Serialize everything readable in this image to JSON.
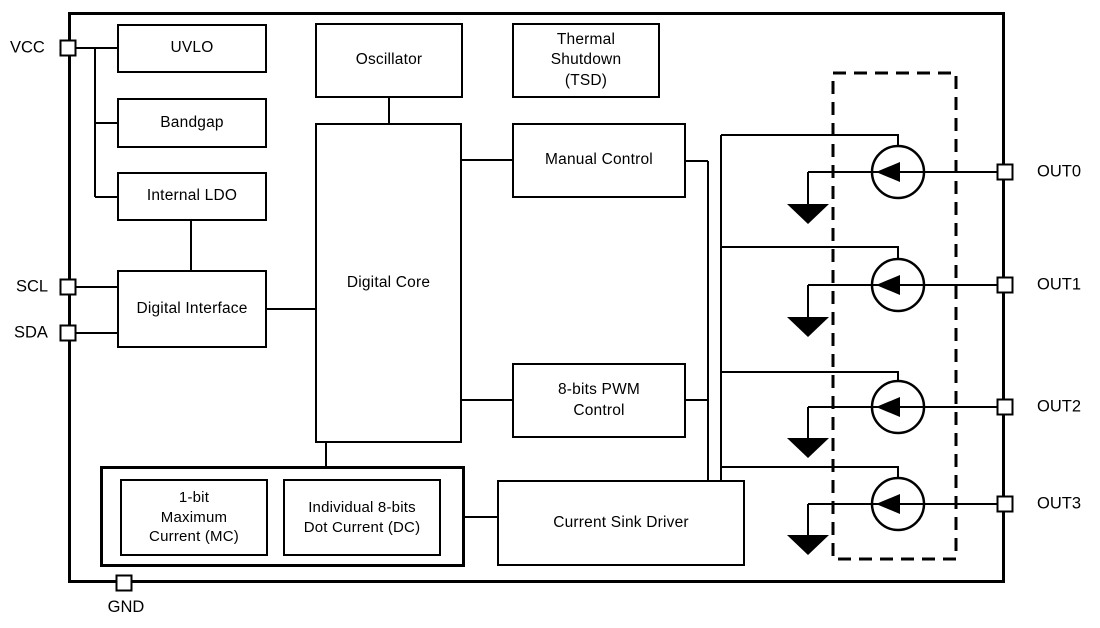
{
  "diagram": {
    "title": "functional-block-diagram",
    "colors": {
      "line": "#000000",
      "background": "#ffffff"
    },
    "pins": {
      "vcc": "VCC",
      "scl": "SCL",
      "sda": "SDA",
      "gnd": "GND",
      "out0": "OUT0",
      "out1": "OUT1",
      "out2": "OUT2",
      "out3": "OUT3"
    },
    "blocks": {
      "uvlo": "UVLO",
      "bandgap": "Bandgap",
      "internal_ldo": "Internal LDO",
      "digital_interface": "Digital Interface",
      "oscillator": "Oscillator",
      "thermal_shutdown": "Thermal\nShutdown\n(TSD)",
      "digital_core": "Digital Core",
      "manual_control": "Manual Control",
      "pwm_control": "8-bits PWM\nControl",
      "max_current": "1-bit\nMaximum\nCurrent (MC)",
      "dot_current": "Individual 8-bits\nDot Current (DC)",
      "current_sink_driver": "Current Sink Driver"
    },
    "output_stage": {
      "channel_count": 4,
      "symbol": "current-source-with-ground-arrow",
      "boundary": "dashed"
    }
  }
}
